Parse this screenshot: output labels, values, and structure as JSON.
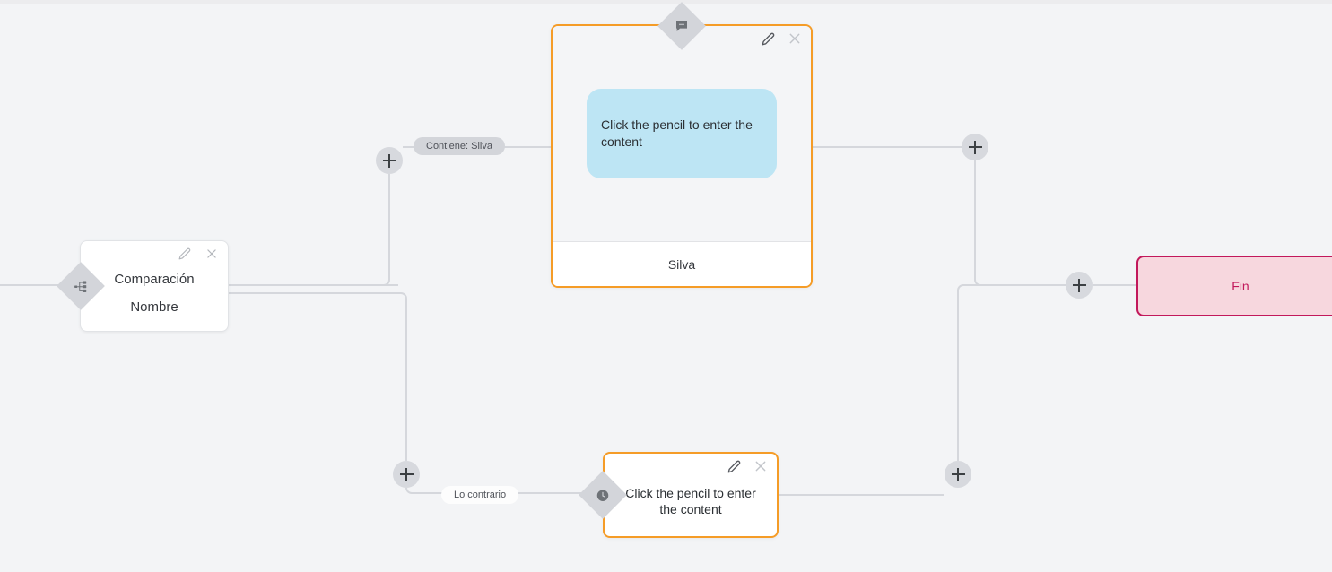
{
  "canvas": {
    "background_color": "#f3f4f6",
    "edge_color": "#d5d7dc"
  },
  "nodes": {
    "comparison": {
      "type": "condition",
      "badge_icon": "sitemap-icon",
      "title": "Comparación",
      "subtitle": "Nombre",
      "edit_icon": "pencil-icon",
      "close_icon": "close-icon"
    },
    "message_top": {
      "type": "message",
      "badge_icon": "comment-icon",
      "bubble_text": "Click the pencil to enter the content",
      "footer_label": "Silva",
      "edit_icon": "pencil-icon",
      "close_icon": "close-icon",
      "accent_color": "#f59c27",
      "bubble_color": "#bde5f4"
    },
    "message_bottom": {
      "type": "message",
      "badge_icon": "clock-icon",
      "body_text": "Click the pencil to enter the content",
      "edit_icon": "pencil-icon",
      "close_icon": "close-icon",
      "accent_color": "#f59c27"
    },
    "end": {
      "type": "end",
      "label": "Fin",
      "border_color": "#c2185b",
      "fill_color": "#f7d7de"
    }
  },
  "edge_labels": {
    "branch_true": "Contiene: Silva",
    "branch_false": "Lo contrario"
  },
  "add_buttons": [
    {
      "id": "add-top-left",
      "label": "+"
    },
    {
      "id": "add-top-right",
      "label": "+"
    },
    {
      "id": "add-bottom-left",
      "label": "+"
    },
    {
      "id": "add-bottom-right",
      "label": "+"
    },
    {
      "id": "add-before-end",
      "label": "+"
    }
  ]
}
